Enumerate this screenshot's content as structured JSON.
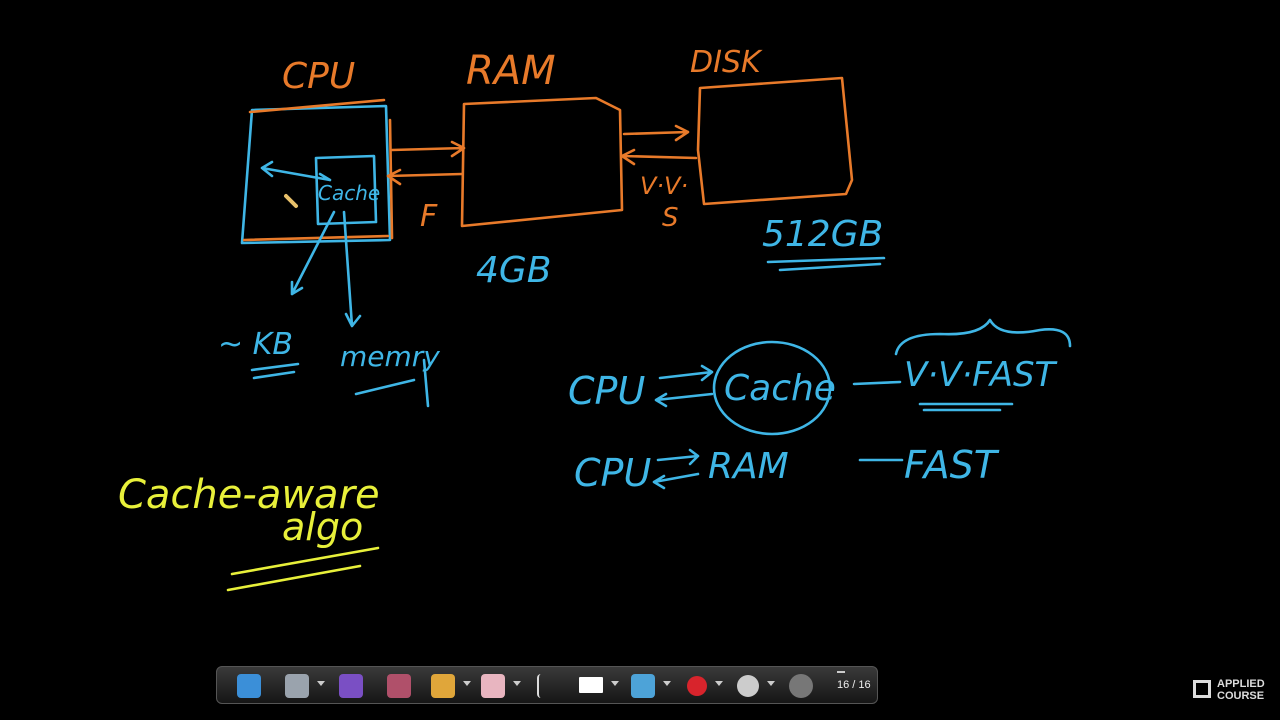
{
  "diagram": {
    "labels": {
      "cpu": "CPU",
      "ram": "RAM",
      "disk": "DISK",
      "cache_box": "Cache",
      "ram_size": "4GB",
      "disk_size": "512GB",
      "cpu_ram_f": "F",
      "ram_disk_vv": "V·V·",
      "ram_disk_s": "S",
      "cache_size": "~ KB",
      "memory": "memry",
      "cache_aware_1": "Cache-aware",
      "cache_aware_2": "algo"
    },
    "comparisons": [
      {
        "left": "CPU",
        "right": "Cache",
        "speed": "V·V·FAST"
      },
      {
        "left": "CPU",
        "right": "RAM",
        "speed": "FAST"
      }
    ],
    "colors": {
      "orange": "#e87a2a",
      "blue": "#3fb6e6",
      "yellow": "#e8f03a",
      "background": "#000000"
    }
  },
  "toolbar": {
    "page_count": "16 / 16",
    "tools": [
      "presentation-icon",
      "screen-capture-icon",
      "book-icon",
      "fill-icon",
      "pen-icon",
      "eraser-icon",
      "pointer-icon",
      "rectangle-icon",
      "line-tool-icon",
      "record-icon",
      "webcam-icon",
      "settings-icon"
    ]
  },
  "logo": {
    "text_line1": "APPLIED",
    "text_line2": "COURSE"
  }
}
